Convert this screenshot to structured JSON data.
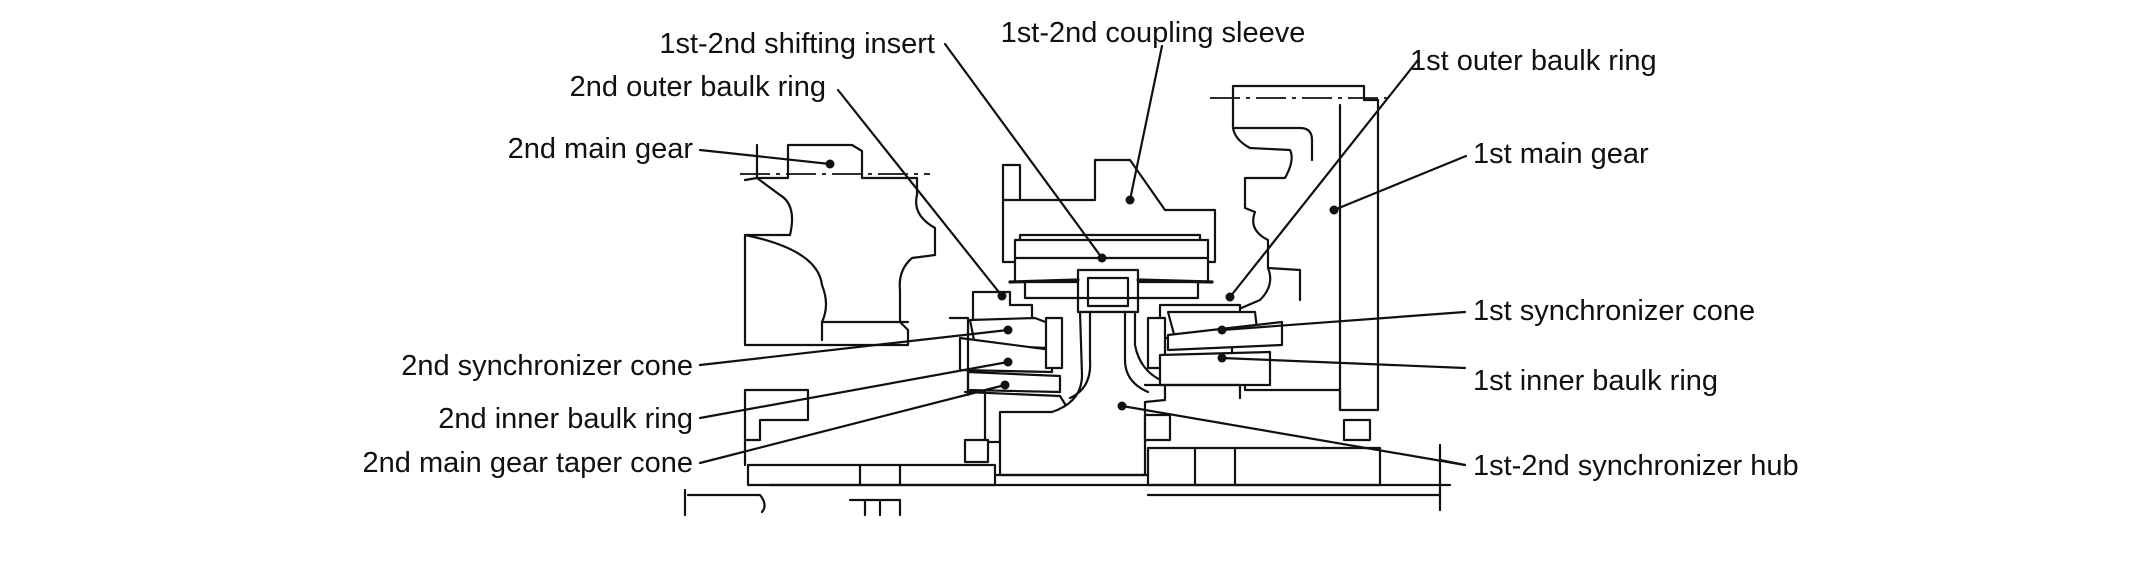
{
  "callouts": [
    {
      "id": "shifting-insert",
      "text": "1st-2nd shifting insert"
    },
    {
      "id": "coupling-sleeve",
      "text": "1st-2nd coupling sleeve"
    },
    {
      "id": "outer-baulk-1st",
      "text": "1st outer baulk ring"
    },
    {
      "id": "outer-baulk-2nd",
      "text": "2nd outer baulk ring"
    },
    {
      "id": "main-gear-2nd",
      "text": "2nd main gear"
    },
    {
      "id": "main-gear-1st",
      "text": "1st main gear"
    },
    {
      "id": "sync-cone-1st",
      "text": "1st synchronizer cone"
    },
    {
      "id": "sync-cone-2nd",
      "text": "2nd synchronizer cone"
    },
    {
      "id": "inner-baulk-1st",
      "text": "1st inner baulk ring"
    },
    {
      "id": "inner-baulk-2nd",
      "text": "2nd inner baulk ring"
    },
    {
      "id": "taper-cone-2nd",
      "text": "2nd main gear taper cone"
    },
    {
      "id": "sync-hub",
      "text": "1st-2nd synchronizer hub"
    }
  ]
}
